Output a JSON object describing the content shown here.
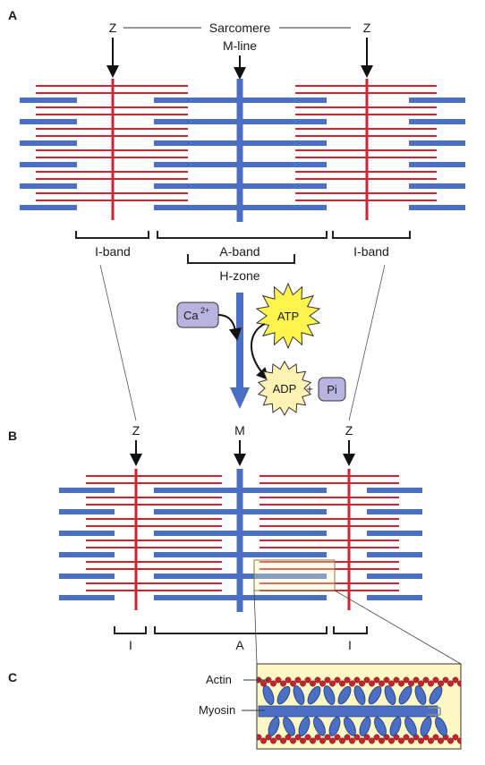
{
  "panels": {
    "a": "A",
    "b": "B",
    "c": "C"
  },
  "labels": {
    "z_left_a": "Z",
    "z_right_a": "Z",
    "sarcomere": "Sarcomere",
    "m_line": "M-line",
    "i_band_left": "I-band",
    "a_band": "A-band",
    "i_band_right": "I-band",
    "h_zone": "H-zone",
    "z_left_b": "Z",
    "m_b": "M",
    "z_right_b": "Z",
    "i_left_b": "I",
    "a_b": "A",
    "i_right_b": "I",
    "actin": "Actin",
    "myosin": "Myosin"
  },
  "reaction": {
    "calcium": "Ca",
    "calcium_charge": "2+",
    "atp": "ATP",
    "adp": "ADP",
    "plus": "+",
    "pi": "Pi"
  },
  "colors": {
    "actin": "#cf2233",
    "myosin": "#4a6fc4",
    "atp_fill": "#fff44d",
    "adp_fill": "#fff3b3",
    "ion_fill": "#b9b3e0",
    "zoom_fill": "#fdf8c4"
  }
}
